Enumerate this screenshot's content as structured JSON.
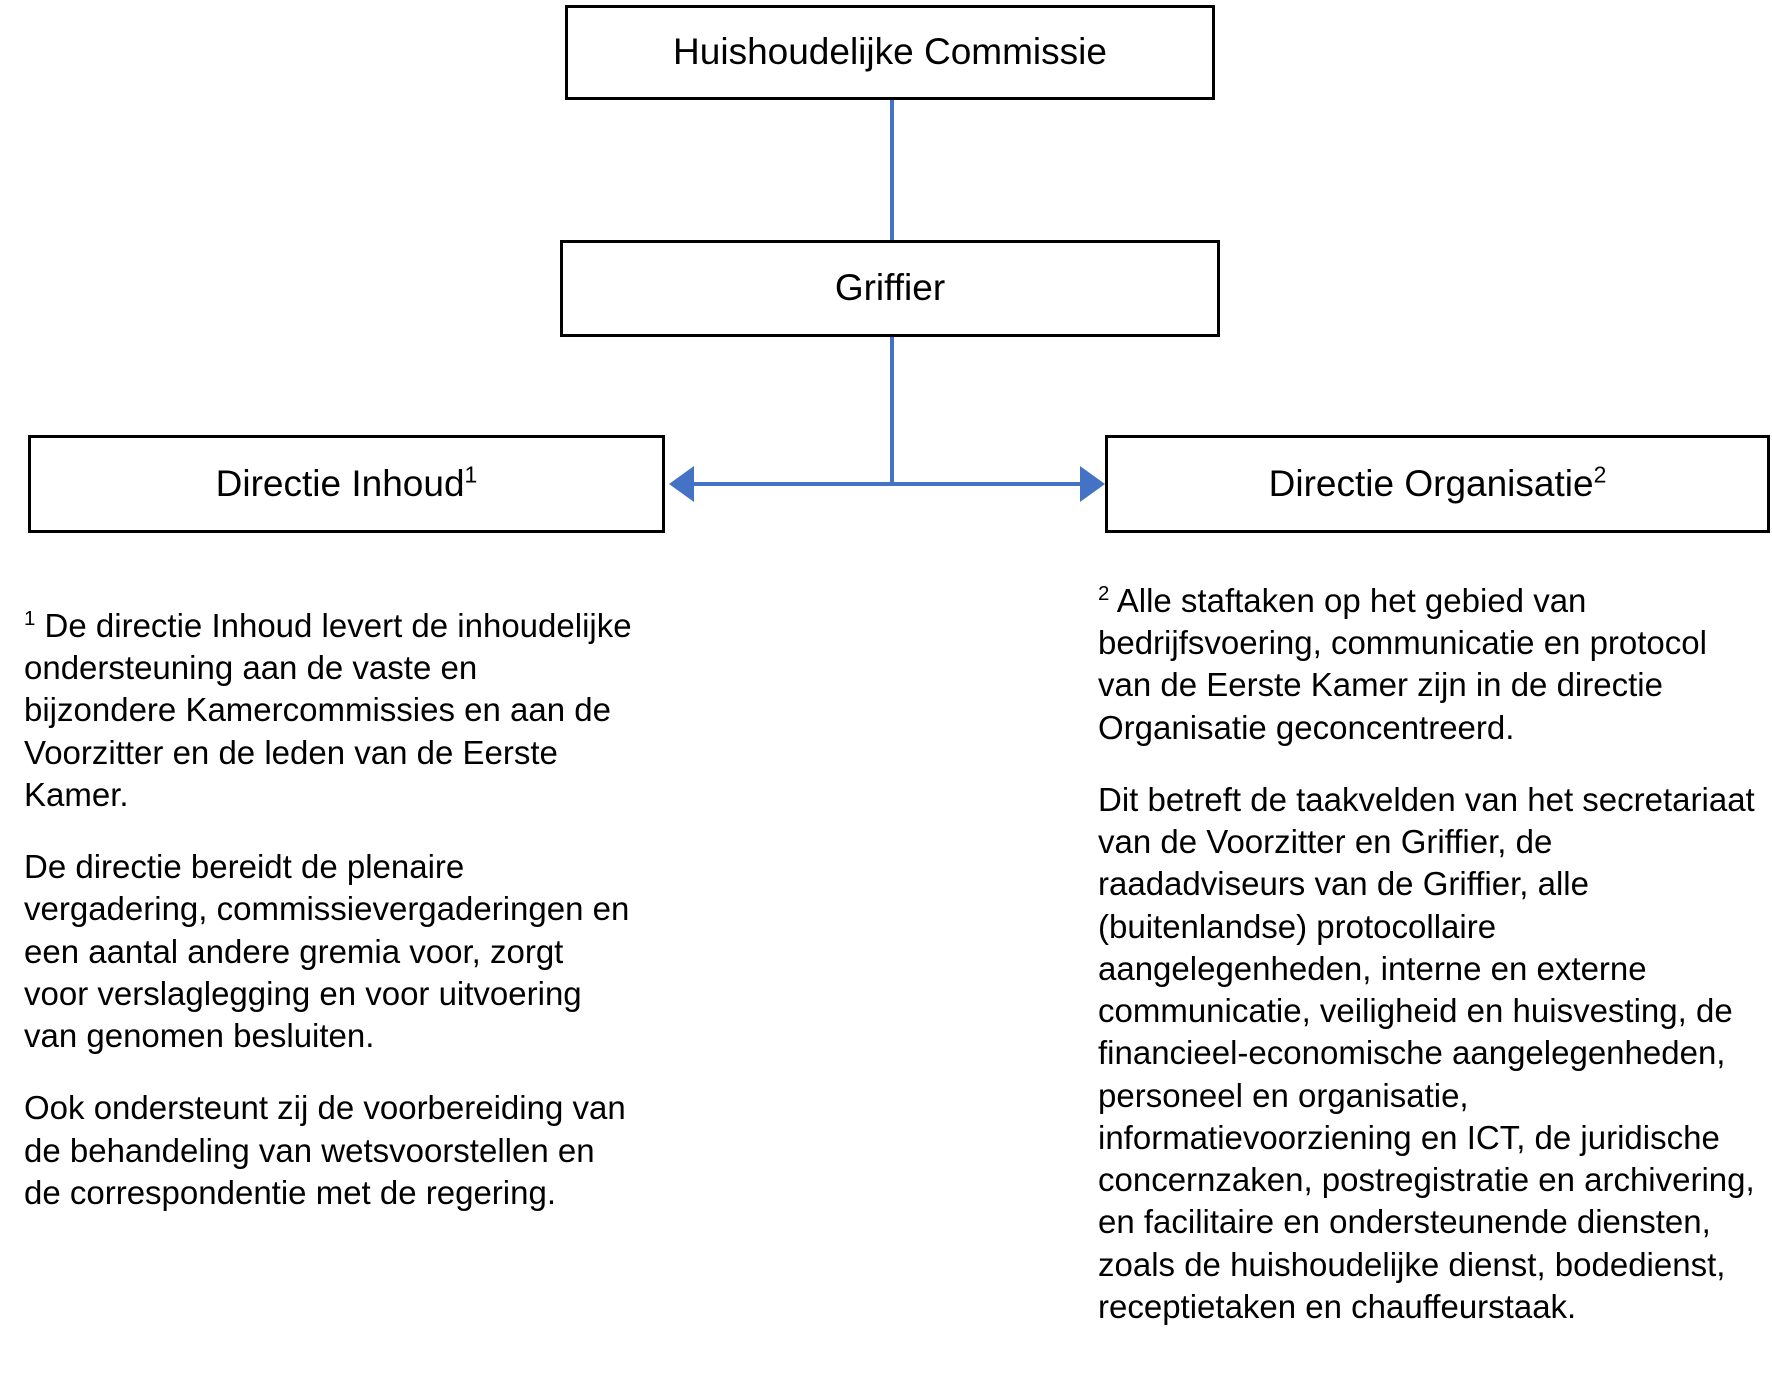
{
  "diagram": {
    "type": "organization-chart",
    "accent_color": "#4472C4",
    "border_color": "#000000",
    "background_color": "#FFFFFF",
    "nodes": [
      {
        "id": "huishoudelijke-commissie",
        "label": "Huishoudelijke Commissie",
        "superscript": ""
      },
      {
        "id": "griffier",
        "label": "Griffier",
        "superscript": ""
      },
      {
        "id": "directie-inhoud",
        "label": "Directie Inhoud",
        "superscript": "1"
      },
      {
        "id": "directie-organisatie",
        "label": "Directie Organisatie",
        "superscript": "2"
      }
    ],
    "connections": [
      {
        "from": "huishoudelijke-commissie",
        "to": "griffier",
        "style": "line"
      },
      {
        "from": "griffier",
        "to": "directie-inhoud",
        "style": "arrow"
      },
      {
        "from": "griffier",
        "to": "directie-organisatie",
        "style": "arrow"
      },
      {
        "from": "directie-inhoud",
        "to": "directie-organisatie",
        "style": "double-arrow"
      }
    ]
  },
  "notes": {
    "left": {
      "marker": "1",
      "paragraphs": [
        "De directie Inhoud levert de inhoudelijke ondersteuning aan de vaste en bijzondere Kamercommissies en aan de Voorzitter en de leden van de Eerste Kamer.",
        "De directie bereidt de plenaire vergadering, commissievergaderingen en een aantal andere gremia voor, zorgt voor verslaglegging en voor uitvoering van genomen besluiten.",
        "Ook ondersteunt zij de voorbereiding van de behandeling van wetsvoorstellen en de correspondentie met de regering."
      ]
    },
    "right": {
      "marker": "2",
      "paragraphs": [
        "Alle staftaken op het gebied van bedrijfsvoering, communicatie en protocol van de Eerste Kamer zijn in de directie Organisatie geconcentreerd.",
        "Dit betreft de taakvelden van het secretariaat van de Voorzitter en Griffier, de raadadviseurs van de Griffier, alle (buitenlandse) protocollaire aangelegenheden, interne en externe communicatie, veiligheid en huisvesting, de financieel-economische aangelegenheden, personeel en organisatie, informatievoorziening en ICT, de juridische concernzaken, postregistratie en archivering, en facilitaire en ondersteunende diensten, zoals de huishoudelijke dienst, bodedienst, receptietaken en chauffeurstaak."
      ]
    }
  }
}
